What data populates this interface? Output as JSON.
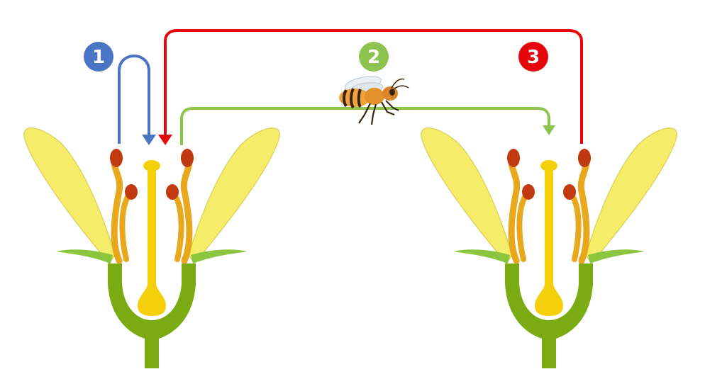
{
  "diagram": {
    "steps": [
      {
        "number": "1",
        "color": "#4a74c4"
      },
      {
        "number": "2",
        "color": "#8dc44f"
      },
      {
        "number": "3",
        "color": "#e4060a"
      }
    ],
    "colors": {
      "petal": "#f5ec6a",
      "petal_stroke": "#d9cf58",
      "stem": "#7aab12",
      "stem_dark": "#5f8f0b",
      "filament": "#e9a81c",
      "anther": "#c1390e",
      "pistil": "#f5cf0c",
      "sepal": "#8cc63f",
      "bee_body": "#f0a23a",
      "bee_stripe": "#3a2410"
    },
    "icons": [
      "flower-icon",
      "bee-icon"
    ]
  }
}
